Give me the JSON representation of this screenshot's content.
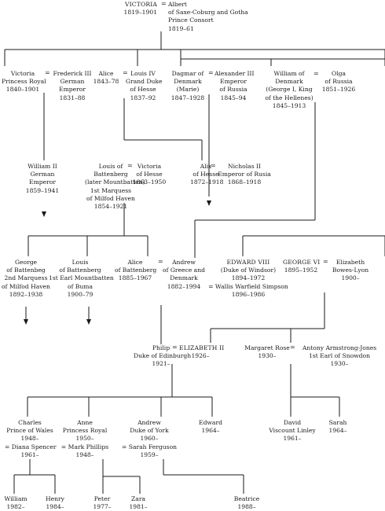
{
  "tree": {
    "root_left": [
      "VICTORIA",
      "1819–1901"
    ],
    "root_right": [
      "Albert",
      "of Saxe-Coburg and Gotha",
      "Prince Consort",
      "1819–61"
    ],
    "gen2": {
      "victoria": [
        "Victoria",
        "Princess Royal",
        "1840–1901"
      ],
      "frederick": [
        "Frederick III",
        "German",
        "Emperor",
        "1831–88"
      ],
      "alice": [
        "Alice",
        "1843–78"
      ],
      "louis_iv": [
        "Louis IV",
        "Grand Duke",
        "of Hesse",
        "1837–92"
      ],
      "dagmar": [
        "Dagmar of",
        "Denmark",
        "(Marie)",
        "1847–1928"
      ],
      "alexander": [
        "Alexander III",
        "Emperor",
        "of Russia",
        "1845–94"
      ],
      "william_denmark": [
        "William of",
        "Denmark",
        "(George I, King",
        "of the Hellenes)",
        "1845–1913"
      ],
      "olga": [
        "Olga",
        "of Russia",
        "1851–1926"
      ]
    },
    "gen3": {
      "william_ii": [
        "William II",
        "German",
        "Emperor",
        "1859–1941"
      ],
      "louis_battenberg": [
        "Louis of",
        "Battenberg",
        "(later Mountbatten)",
        "1st Marquess",
        "of Milfod Haven",
        "1854–1921"
      ],
      "victoria_hesse": [
        "Victoria",
        "of Hesse",
        "1863–1950"
      ],
      "alix": [
        "Alix",
        "of Hesse",
        "1872–1918"
      ],
      "nicholas": [
        "Nicholas II",
        "Emperor of Rusia",
        "1868–1918"
      ]
    },
    "gen4": {
      "george_battenberg": [
        "George",
        "of Battenbeg",
        "2nd Marquess",
        "of Milfod Haven",
        "1892–1938"
      ],
      "louis_mountbatten": [
        "Louis",
        "of Battenberg",
        "1st Earl Mountbatten",
        "of Buma",
        "1900–79"
      ],
      "alice_battenberg": [
        "Alice",
        "of Battenberg",
        "1885–1967"
      ],
      "andrew": [
        "Andrew",
        "of Greece and",
        "Denmark",
        "1882–1994"
      ],
      "edward_viii": [
        "EDWARD VIII",
        "(Duke of Windsor)",
        "1894–1972",
        "= Wallis Warfield Simpson",
        "1896–1986"
      ],
      "george_vi": [
        "GEORGE VI",
        "1895–1952"
      ],
      "elizabeth_bowes": [
        "Elizabeth",
        "Bowes-Lyon",
        "1900–"
      ]
    },
    "gen5": {
      "philip": [
        "Philip",
        "Duke of Edinburgh",
        "1921–"
      ],
      "elizabeth_ii": [
        "ELIZABETH II",
        "1926–"
      ],
      "margaret": [
        "Margaret Rose",
        "1930–"
      ],
      "antony": [
        "Antony Armstrong-Jones",
        "1st Earl of Snowdon",
        "1930–"
      ]
    },
    "gen6": {
      "charles": [
        "Charles",
        "Prince of Wales",
        "1948–",
        "= Diana Spencer",
        "1961–"
      ],
      "anne": [
        "Anne",
        "Princess Royal",
        "1950–",
        "= Mark Phillips",
        "1948–"
      ],
      "andrew_york": [
        "Andrew",
        "Duke of York",
        "1960–",
        "= Sarah Ferguson",
        "1959–"
      ],
      "edward": [
        "Edward",
        "1964–"
      ],
      "david": [
        "David",
        "Viscount Linley",
        "1961–"
      ],
      "sarah": [
        "Sarah",
        "1964–"
      ]
    },
    "gen7": {
      "william": [
        "William",
        "1982–"
      ],
      "henry": [
        "Henry",
        "1984–"
      ],
      "peter": [
        "Peter",
        "1977–"
      ],
      "zara": [
        "Zara",
        "1981–"
      ],
      "beatrice": [
        "Beatrice",
        "1988–"
      ]
    },
    "marriage_sign": "="
  }
}
